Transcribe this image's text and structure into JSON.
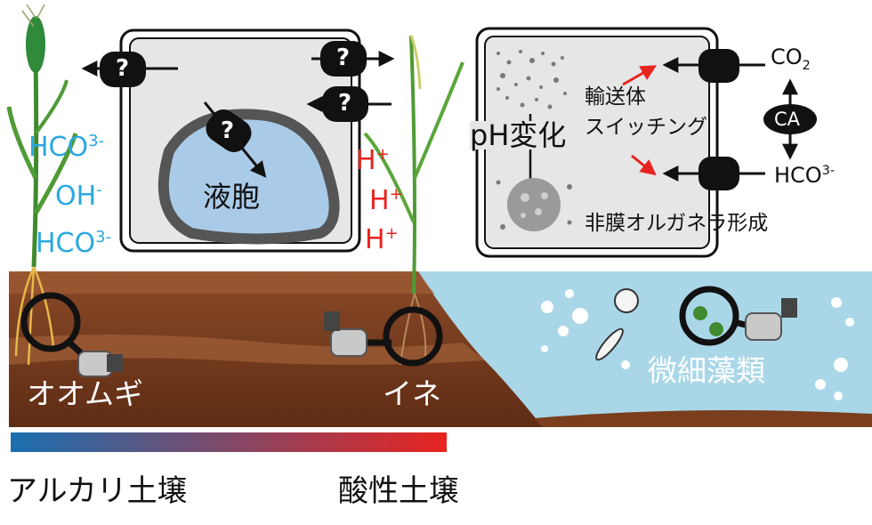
{
  "left_ions": [
    "HCO3-",
    "OH-",
    "HCO3-"
  ],
  "right_ions": [
    "H+",
    "H+",
    "H+"
  ],
  "cell_left": {
    "transporter_symbol": "?",
    "vacuole_label": "液胞"
  },
  "cell_right": {
    "ph_label": "pH変化",
    "switching_label_1": "輸送体",
    "switching_label_2": "スイッチング",
    "membraneless_label": "非膜オルガネラ形成",
    "co2": "CO",
    "co2_sub": "2",
    "ca": "CA",
    "hco3": "HCO",
    "hco3_sup": "3-"
  },
  "organisms": {
    "barley": "オオムギ",
    "rice": "イネ",
    "microalgae": "微細藻類"
  },
  "scale": {
    "alkaline_label": "アルカリ土壌",
    "acidic_label": "酸性土壌",
    "gradient_start": "#1a6fb0",
    "gradient_end": "#e8231f"
  },
  "colors": {
    "ion_blue": "#2aa8e0",
    "ion_red": "#e8231f",
    "vacuole": "#a9cbe8",
    "cell_fill": "#e6e6e6",
    "soil_dark": "#6b3318",
    "soil_light": "#9a5a35",
    "water": "#a9d7e8"
  }
}
